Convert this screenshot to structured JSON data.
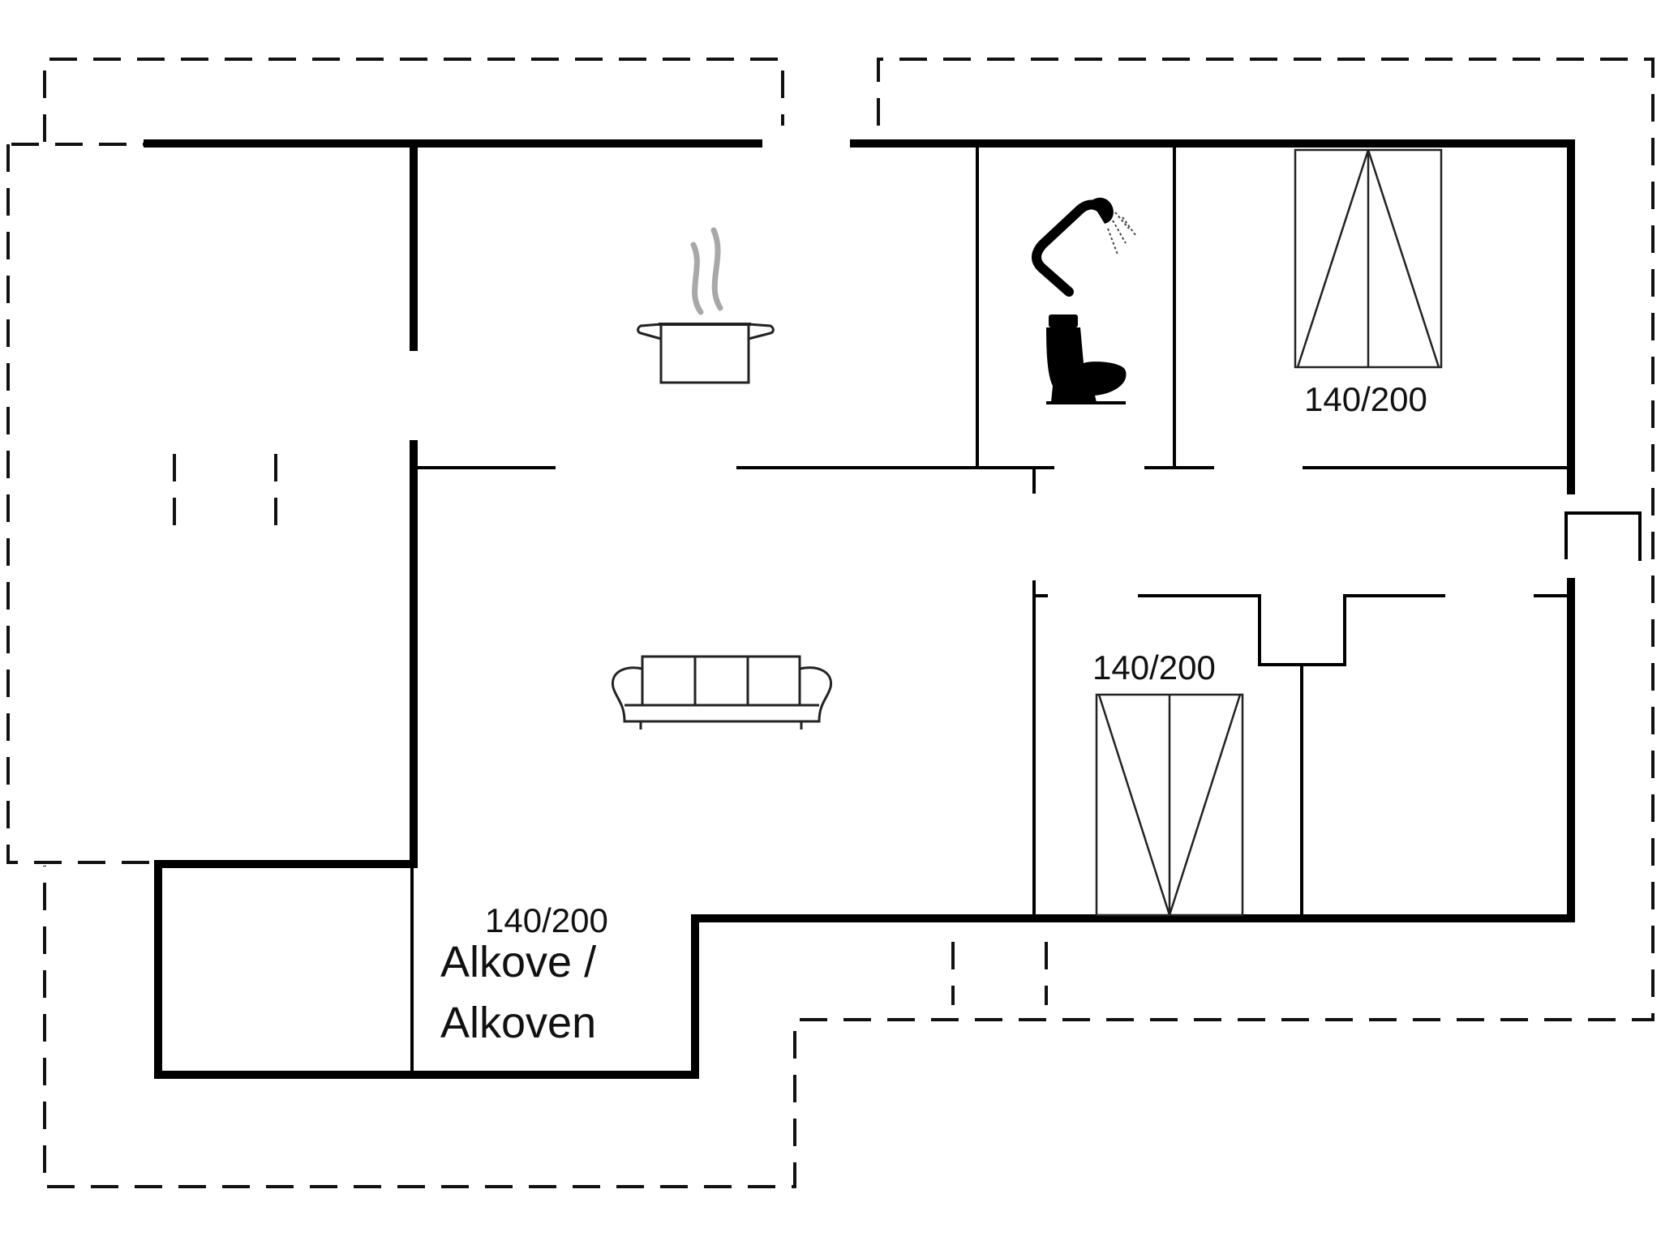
{
  "bed_labels": {
    "bedroom_top_right": "140/200",
    "bedroom_bottom_right": "140/200",
    "alcove": "140/200"
  },
  "alcove_label": {
    "line1": "Alkove /",
    "line2": "Alkoven"
  },
  "icons": {
    "kitchen": "cooking-pot-icon",
    "shower": "shower-head-icon",
    "toilet": "toilet-icon",
    "living": "sofa-icon"
  }
}
